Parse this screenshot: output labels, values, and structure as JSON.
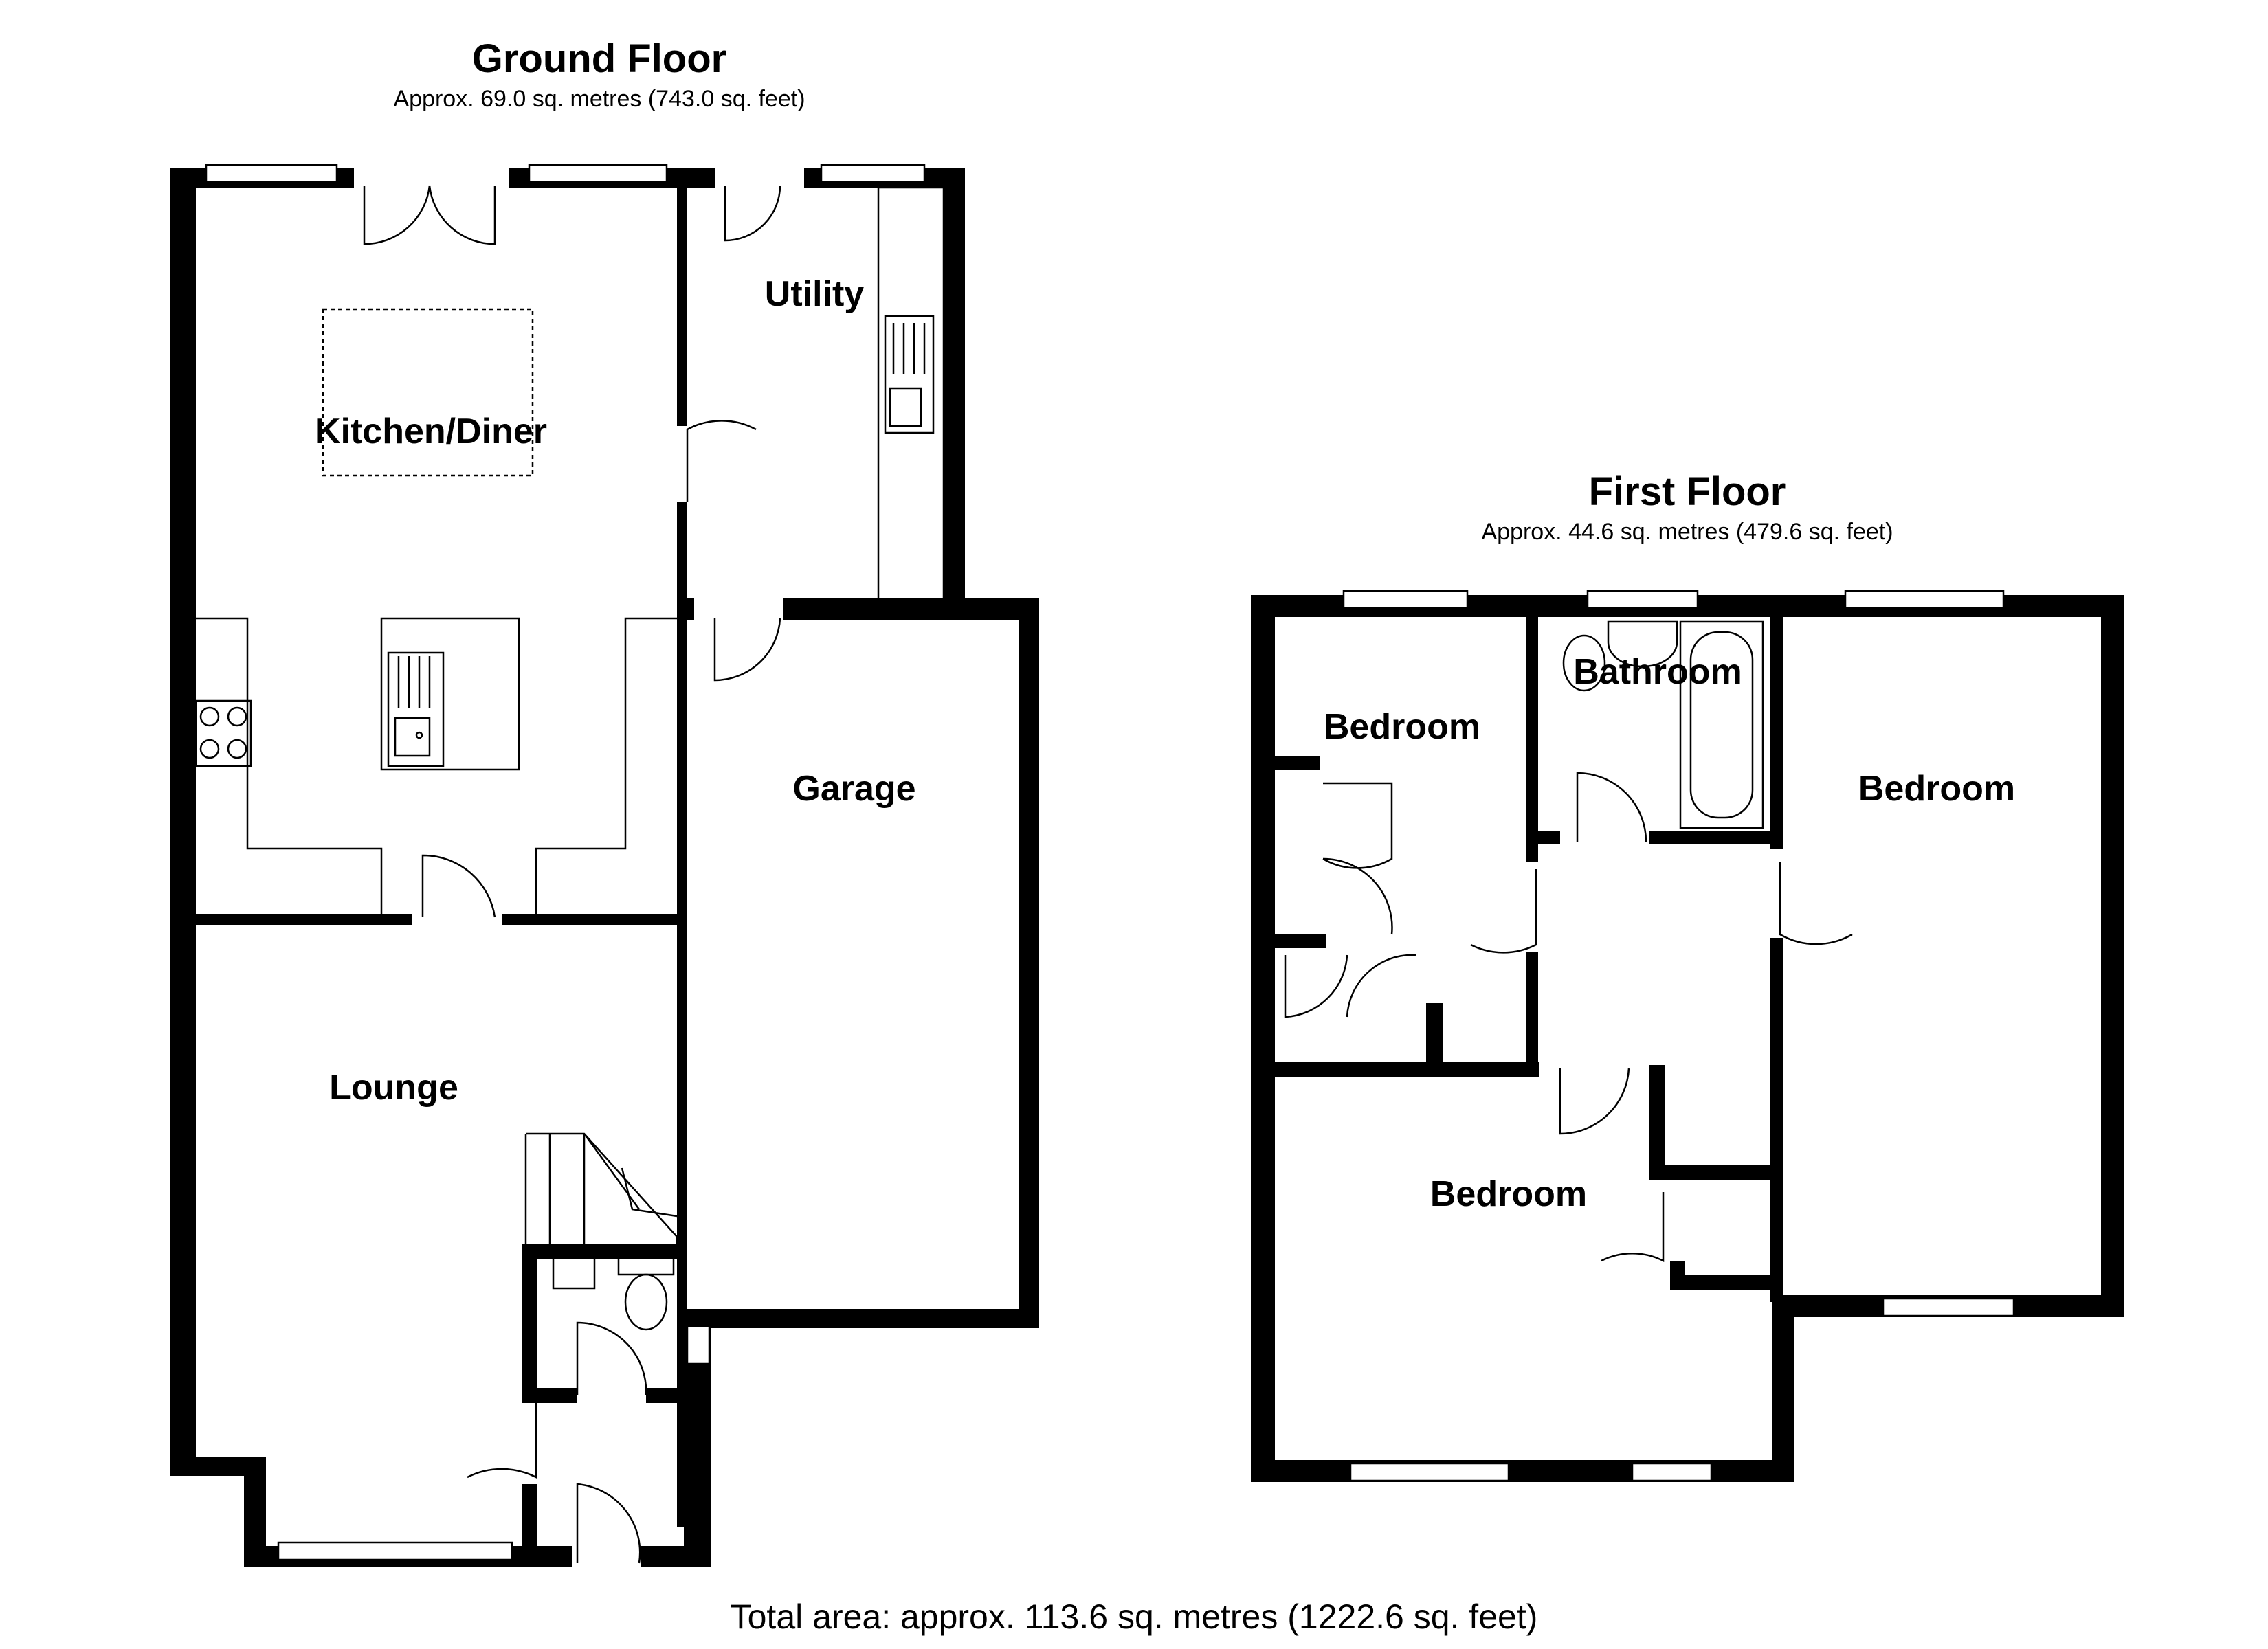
{
  "ground_floor": {
    "title": "Ground Floor",
    "area": "Approx. 69.0 sq. metres (743.0 sq. feet)",
    "rooms": {
      "kitchen": "Kitchen/Diner",
      "utility": "Utility",
      "garage": "Garage",
      "lounge": "Lounge"
    }
  },
  "first_floor": {
    "title": "First Floor",
    "area": "Approx. 44.6 sq. metres (479.6 sq. feet)",
    "rooms": {
      "bedroom_left": "Bedroom",
      "bathroom": "Bathroom",
      "bedroom_right": "Bedroom",
      "bedroom_bottom": "Bedroom"
    }
  },
  "total_area": "Total area: approx. 113.6 sq. metres (1222.6 sq. feet)",
  "colors": {
    "wall": "#000000",
    "background": "#ffffff"
  }
}
